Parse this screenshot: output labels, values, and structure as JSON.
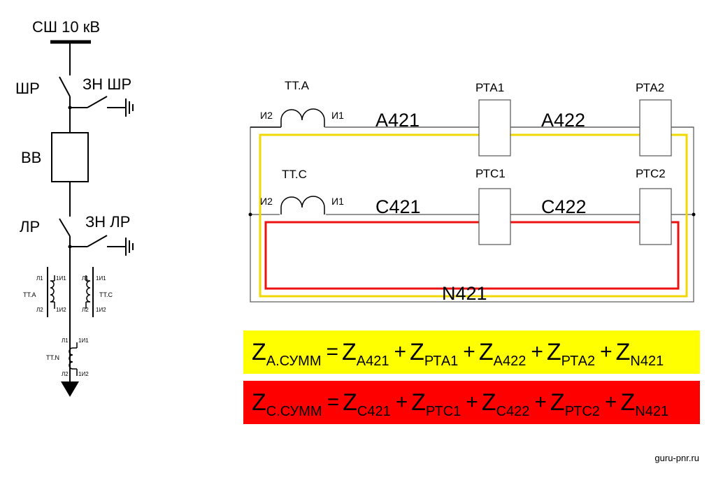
{
  "single_line": {
    "busbar_label": "СШ 10 кВ",
    "bus_disconnector_label": "ШР",
    "bus_earth_switch_label": "ЗН ШР",
    "breaker_label": "ВВ",
    "line_disconnector_label": "ЛР",
    "line_earth_switch_label": "ЗН ЛР",
    "ct_a": {
      "name": "ТТ.А",
      "l1": "Л1",
      "l2": "Л2",
      "i1": "1И1",
      "i2": "1И2"
    },
    "ct_c": {
      "name": "ТТ.С",
      "l1": "Л1",
      "l2": "Л2",
      "i1": "1И1",
      "i2": "1И2"
    },
    "ct_n": {
      "name": "ТТ.N",
      "l1": "Л1",
      "l2": "Л2",
      "i1": "1И1",
      "i2": "1И2"
    }
  },
  "circuit": {
    "ct_a_label": "ТТ.А",
    "ct_c_label": "ТТ.С",
    "ct_a_i2": "И2",
    "ct_a_i1": "И1",
    "ct_c_i2": "И2",
    "ct_c_i1": "И1",
    "wire_a421": "A421",
    "wire_a422": "A422",
    "wire_c421": "C421",
    "wire_c422": "C422",
    "wire_n421": "N421",
    "relay_rta1": "РТА1",
    "relay_rta2": "РТА2",
    "relay_rtc1": "РТС1",
    "relay_rtc2": "РТС2",
    "colors": {
      "phase_a_loop": "#f0d800",
      "phase_c_loop": "#ee1111"
    }
  },
  "formulas": {
    "a": {
      "bg_color": "#ffff00",
      "terms": [
        {
          "z": "Z",
          "sub": "А.СУММ",
          "op": "="
        },
        {
          "z": "Z",
          "sub": "A421",
          "op": "+"
        },
        {
          "z": "Z",
          "sub": "РТА1",
          "op": "+"
        },
        {
          "z": "Z",
          "sub": "A422",
          "op": "+"
        },
        {
          "z": "Z",
          "sub": "РТА2",
          "op": "+"
        },
        {
          "z": "Z",
          "sub": "N421",
          "op": ""
        }
      ]
    },
    "c": {
      "bg_color": "#ff0000",
      "terms": [
        {
          "z": "Z",
          "sub": "С.СУММ",
          "op": "="
        },
        {
          "z": "Z",
          "sub": "C421",
          "op": "+"
        },
        {
          "z": "Z",
          "sub": "РТС1",
          "op": "+"
        },
        {
          "z": "Z",
          "sub": "C422",
          "op": "+"
        },
        {
          "z": "Z",
          "sub": "РТС2",
          "op": "+"
        },
        {
          "z": "Z",
          "sub": "N421",
          "op": ""
        }
      ]
    }
  },
  "watermark": "guru-pnr.ru"
}
